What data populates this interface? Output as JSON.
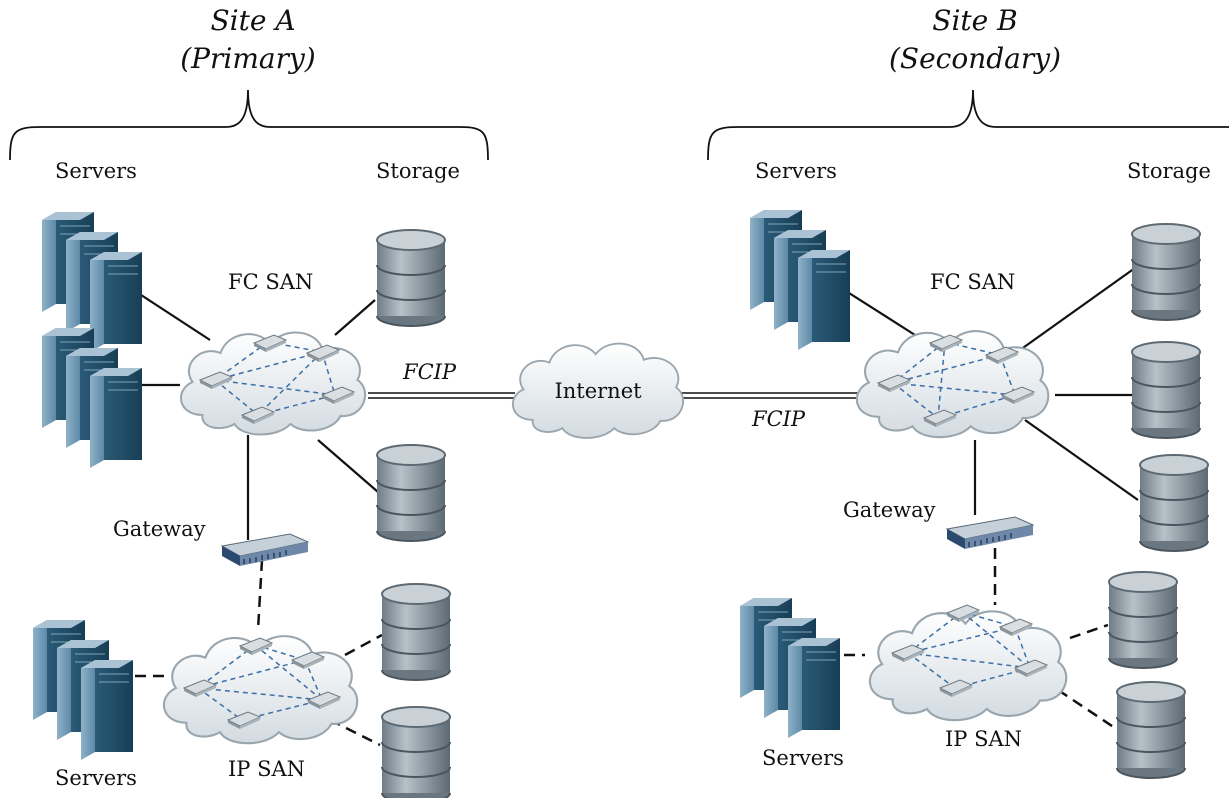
{
  "site_a": {
    "title": "Site A",
    "subtitle": "(Primary)",
    "servers_label": "Servers",
    "storage_label": "Storage",
    "fc_san_label": "FC SAN",
    "gateway_label": "Gateway",
    "ip_san_label": "IP SAN",
    "ip_servers_label": "Servers"
  },
  "site_b": {
    "title": "Site B",
    "subtitle": "(Secondary)",
    "servers_label": "Servers",
    "storage_label": "Storage",
    "fc_san_label": "FC SAN",
    "gateway_label": "Gateway",
    "ip_san_label": "IP SAN",
    "ip_servers_label": "Servers"
  },
  "internet_label": "Internet",
  "fcip_label_a": "FCIP",
  "fcip_label_b": "FCIP",
  "colors": {
    "server_dark": "#1f4a63",
    "server_light": "#5f8fb0",
    "disk": "#8e9aa3",
    "cloud": "#e6ebef",
    "mesh": "#3b6fa6"
  }
}
